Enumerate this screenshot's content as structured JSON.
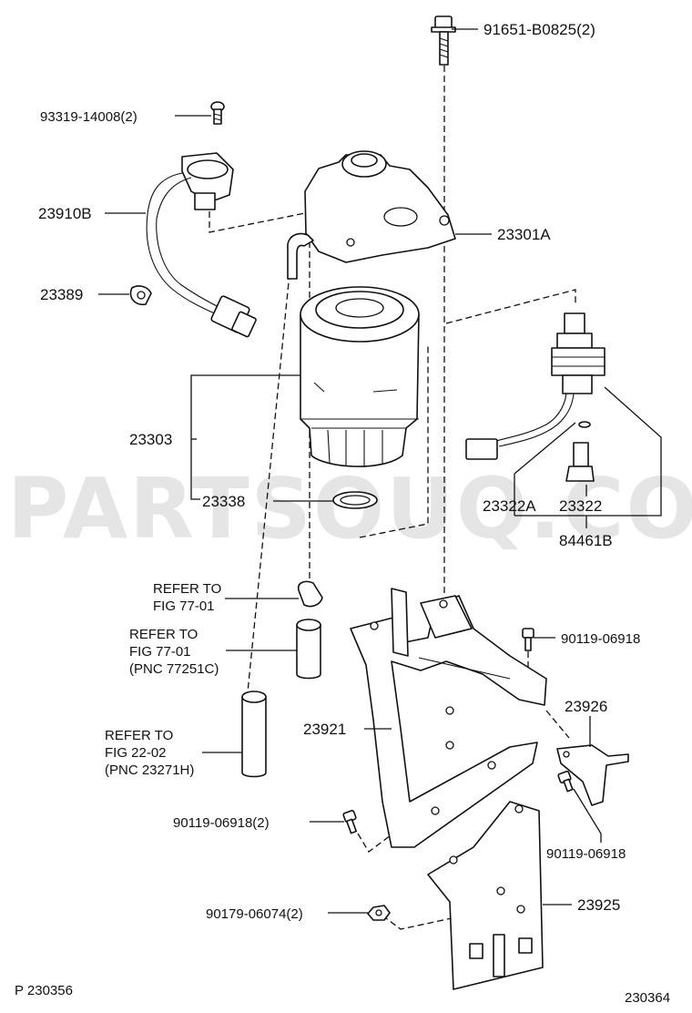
{
  "watermark": "PARTSOUQ.COM",
  "footer": {
    "left_code": "P 230356",
    "right_code": "230364"
  },
  "callouts": {
    "bolt_top": "91651-B0825(2)",
    "screw_sensor": "93319-14008(2)",
    "sensor_harness": "23910B",
    "clamp": "23389",
    "filter_head": "23301A",
    "filter_element": "23303",
    "gasket": "23338",
    "switch_a": "23322A",
    "switch": "23322",
    "switch_assy": "84461B",
    "bolt_bracket": "90119-06918",
    "bracket_small": "23926",
    "bracket_main": "23921",
    "bolt_pair": "90119-06918(2)",
    "bolt_small_bracket": "90119-06918",
    "nut_pair": "90179-06074(2)",
    "bracket_lower": "23925"
  },
  "refs": {
    "ref1": {
      "line1": "REFER TO",
      "line2": "FIG  77-01"
    },
    "ref2": {
      "line1": "REFER TO",
      "line2": "FIG   77-01",
      "line3": "(PNC 77251C)"
    },
    "ref3": {
      "line1": "REFER TO",
      "line2": "FIG    22-02",
      "line3": "(PNC 23271H)"
    }
  }
}
